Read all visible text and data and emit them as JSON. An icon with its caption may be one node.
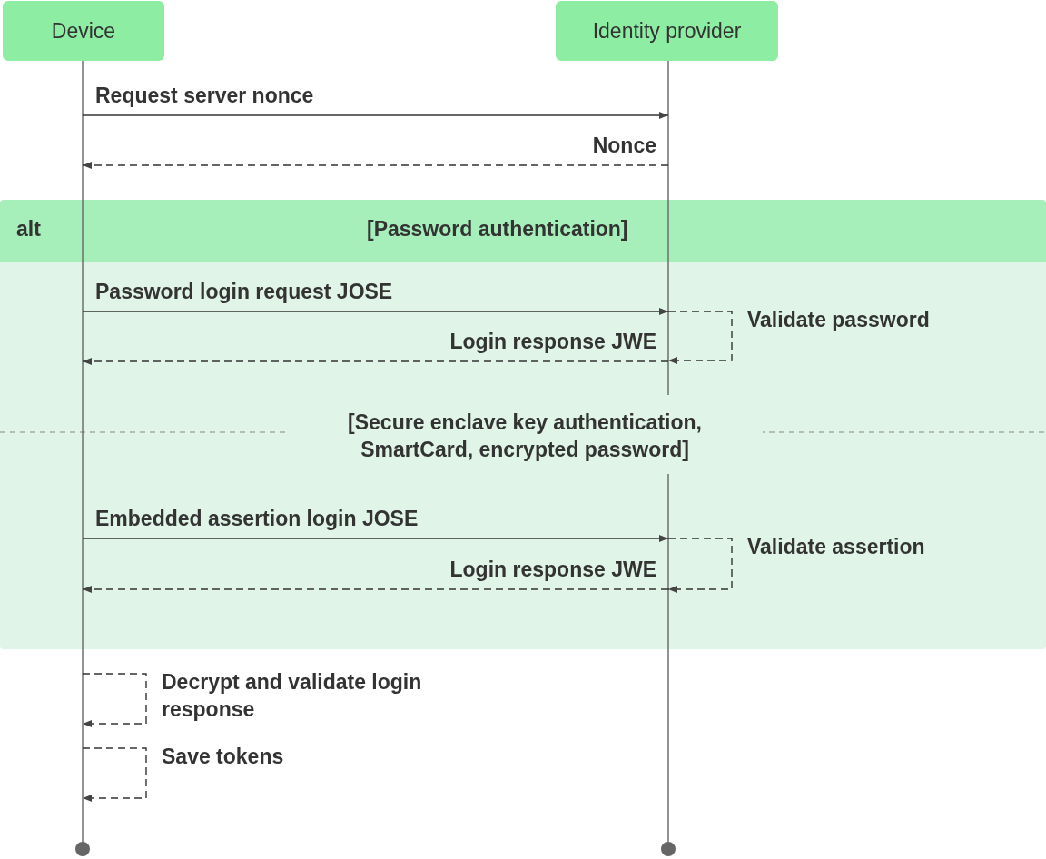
{
  "diagram": {
    "nodes": [
      {
        "text": [
          "Device"
        ]
      },
      {
        "text": [
          "Identity provider"
        ]
      },
      {
        "text": [
          "alt",
          "[Password authentication]"
        ]
      },
      {
        "text": [],
        "shape": "bar"
      },
      {
        "text": [],
        "shape": "bar"
      }
    ],
    "edges": [
      {
        "from": 3,
        "to": 4,
        "arrow": "to",
        "label": "Request server nonce"
      },
      {
        "from": 4,
        "to": 3,
        "arrow": "to",
        "label": "Nonce",
        "style": "dashed"
      },
      {
        "from": 3,
        "to": 4,
        "arrow": "to",
        "label": "Password login request JOSE"
      },
      {
        "from": 4,
        "to": 4,
        "arrow": "to",
        "label": "Validate password",
        "style": "dashed"
      },
      {
        "from": 4,
        "to": 3,
        "arrow": "to",
        "label": "Login response JWE",
        "style": "dashed"
      },
      {
        "from": 3,
        "to": 4,
        "arrow": "to",
        "label": "Embedded assertion login JOSE"
      },
      {
        "from": 4,
        "to": 4,
        "arrow": "to",
        "label": "Validate assertion",
        "style": "dashed"
      },
      {
        "from": 4,
        "to": 3,
        "arrow": "to",
        "label": "Login response JWE",
        "style": "dashed"
      },
      {
        "from": 3,
        "to": 3,
        "arrow": "to",
        "label": "Decrypt and validate login response",
        "style": "dashed"
      },
      {
        "from": 3,
        "to": 3,
        "arrow": "to",
        "label": "Save tokens",
        "style": "dashed"
      }
    ],
    "labels": [
      "[Secure enclave key authentication, SmartCard, encrypted password]"
    ]
  }
}
